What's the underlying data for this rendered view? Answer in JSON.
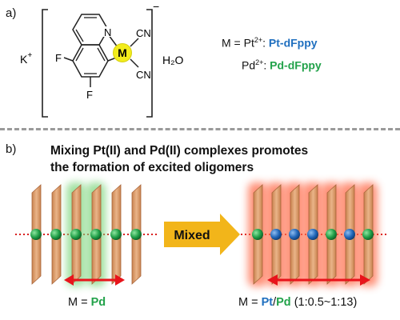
{
  "panel_a": {
    "label": "a)",
    "charge": "−",
    "counter_ion": "K",
    "counter_ion_charge": "+",
    "water": "H₂O",
    "metal_symbol": "M",
    "n_atom": "N",
    "ligand_cn_top": "CN",
    "ligand_cn_bottom": "CN",
    "fluorine_left": "F",
    "fluorine_bottom": "F",
    "metal_color": "#f2ec1c",
    "definitions": [
      {
        "prefix": "M = Pt",
        "superscript": "2+",
        "colon": ":",
        "name": "Pt-dFppy",
        "color": "#1f6fbf"
      },
      {
        "prefix": "Pd",
        "superscript": "2+",
        "colon": ":",
        "name": "Pd-dFppy",
        "color": "#22a24a"
      }
    ]
  },
  "panel_b": {
    "label": "b)",
    "headline_line1": "Mixing Pt(II) and Pd(II) complexes promotes",
    "headline_line2": "the formation of excited oligomers",
    "arrow_label": "Mixed",
    "left_caption": {
      "prefix": "M = ",
      "metal": "Pd"
    },
    "right_caption": {
      "prefix": "M = ",
      "metal1": "Pt",
      "slash": "/",
      "metal2": "Pd",
      "ratio": " (1:0.5~1:13)"
    },
    "left_stack": {
      "count": 6,
      "glow_indices": [
        2,
        3
      ],
      "atoms": [
        "pd",
        "pd",
        "pd",
        "pd",
        "pd",
        "pd"
      ]
    },
    "right_stack": {
      "count": 7,
      "glow_indices": [
        0,
        1,
        2,
        3,
        4,
        5,
        6
      ],
      "atoms": [
        "pd",
        "pt",
        "pt",
        "pt",
        "pd",
        "pt",
        "pd"
      ]
    },
    "colors": {
      "plate": "#e2a06e",
      "plate_edge": "#a8643a",
      "pd_atom": "#1f9e47",
      "pt_atom": "#2166b8",
      "green_glow": "#7fd67f",
      "red_glow": "#ff6a4a",
      "double_arrow": "#e8141b",
      "mixed_arrow": "#f2b51a",
      "axis_dots": "#d92020"
    }
  }
}
